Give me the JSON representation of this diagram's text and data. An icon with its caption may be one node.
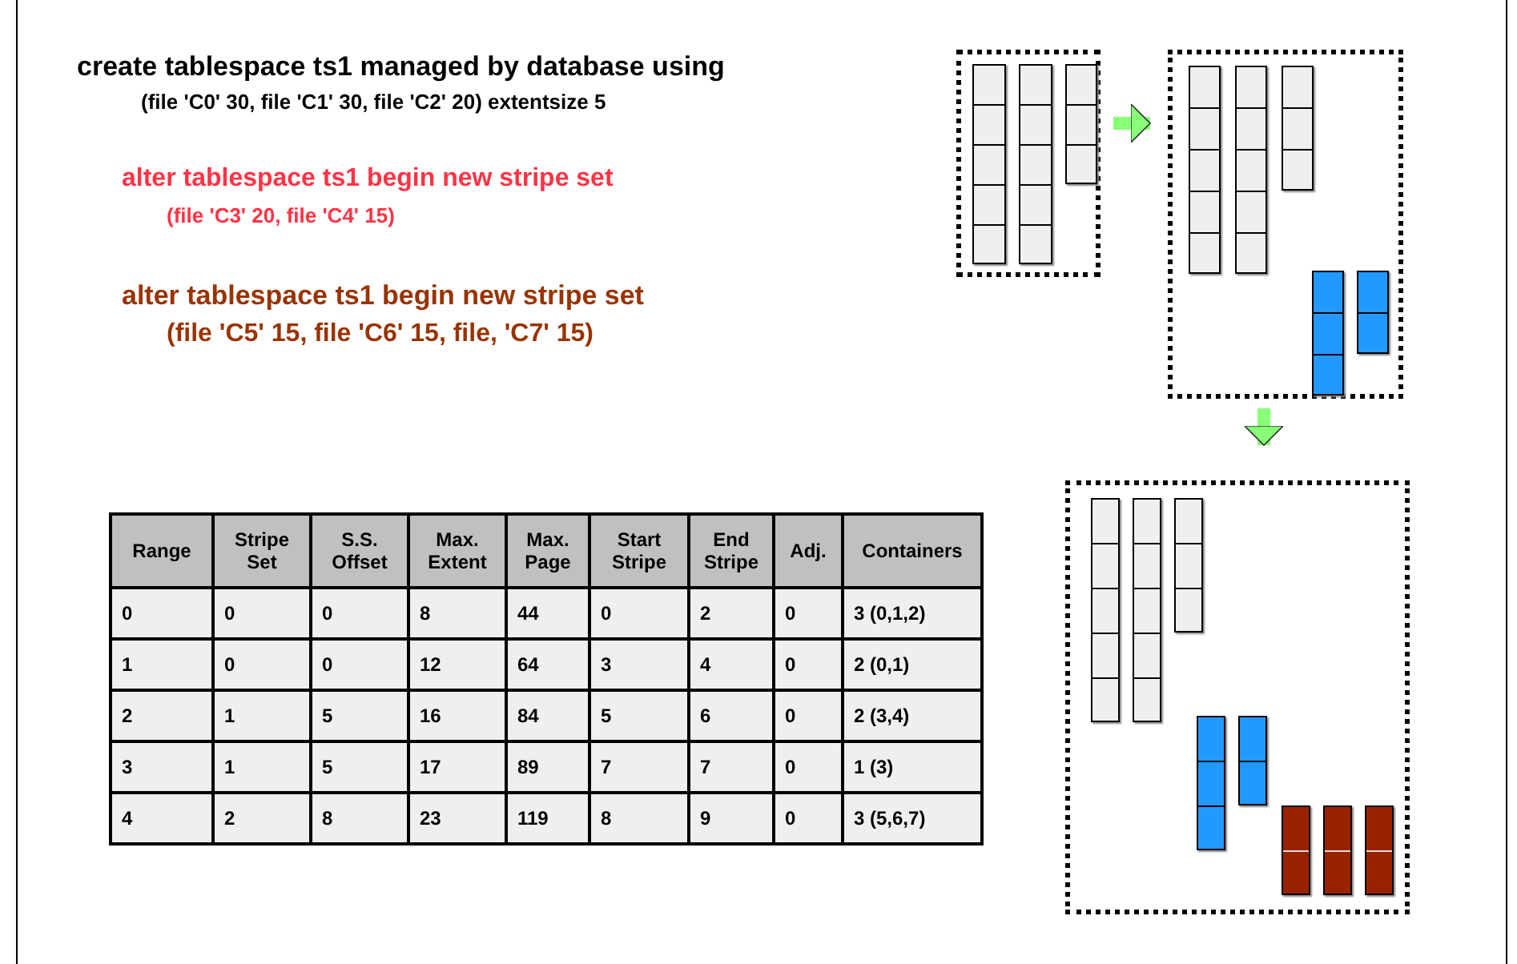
{
  "diagram": {
    "nodes": [
      {
        "text": [],
        "shape": "box"
      },
      {
        "text": [],
        "shape": "box"
      },
      {
        "text": [],
        "shape": "box"
      }
    ],
    "edges": [
      {
        "from": 0,
        "to": 1,
        "arrow": "to"
      },
      {
        "from": 1,
        "to": 2,
        "arrow": "to"
      }
    ],
    "labels": [
      "create tablespace ts1 managed by database using",
      "(file 'C0' 30, file 'C1' 30, file 'C2' 20) extentsize 5",
      "alter tablespace ts1 begin new stripe set",
      "(file 'C3' 20, file 'C4' 15)",
      "alter tablespace ts1 begin new stripe set",
      "(file 'C5' 15, file 'C6' 15, file, 'C7' 15)",
      "Range",
      "Stripe Set",
      "S.S. Offset",
      "Max. Extent",
      "Max. Page",
      "Start Stripe",
      "End Stripe",
      "Adj.",
      "Containers",
      "0",
      "0",
      "0",
      "8",
      "44",
      "0",
      "2",
      "0",
      "3 (0,1,2)",
      "1",
      "0",
      "0",
      "12",
      "64",
      "3",
      "4",
      "0",
      "2 (0,1)",
      "2",
      "1",
      "5",
      "16",
      "84",
      "5",
      "6",
      "0",
      "2 (3,4)",
      "3",
      "1",
      "5",
      "17",
      "89",
      "7",
      "7",
      "0",
      "1 (3)",
      "4",
      "2",
      "8",
      "23",
      "119",
      "8",
      "9",
      "0",
      "3 (5,6,7)"
    ]
  }
}
